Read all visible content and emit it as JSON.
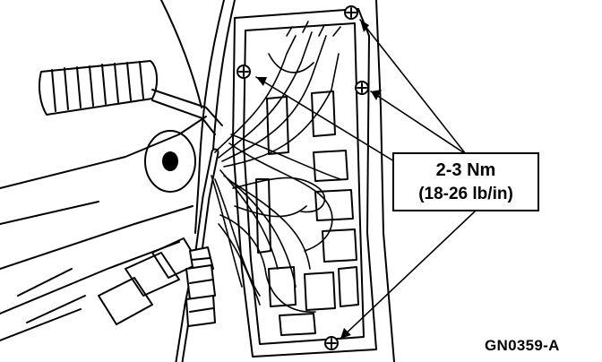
{
  "callout": {
    "torque_metric": "2-3 Nm",
    "torque_imperial": "(18-26 lb/in)"
  },
  "figure_id": "GN0359-A",
  "colors": {
    "ink": "#000000",
    "paper": "#ffffff"
  }
}
